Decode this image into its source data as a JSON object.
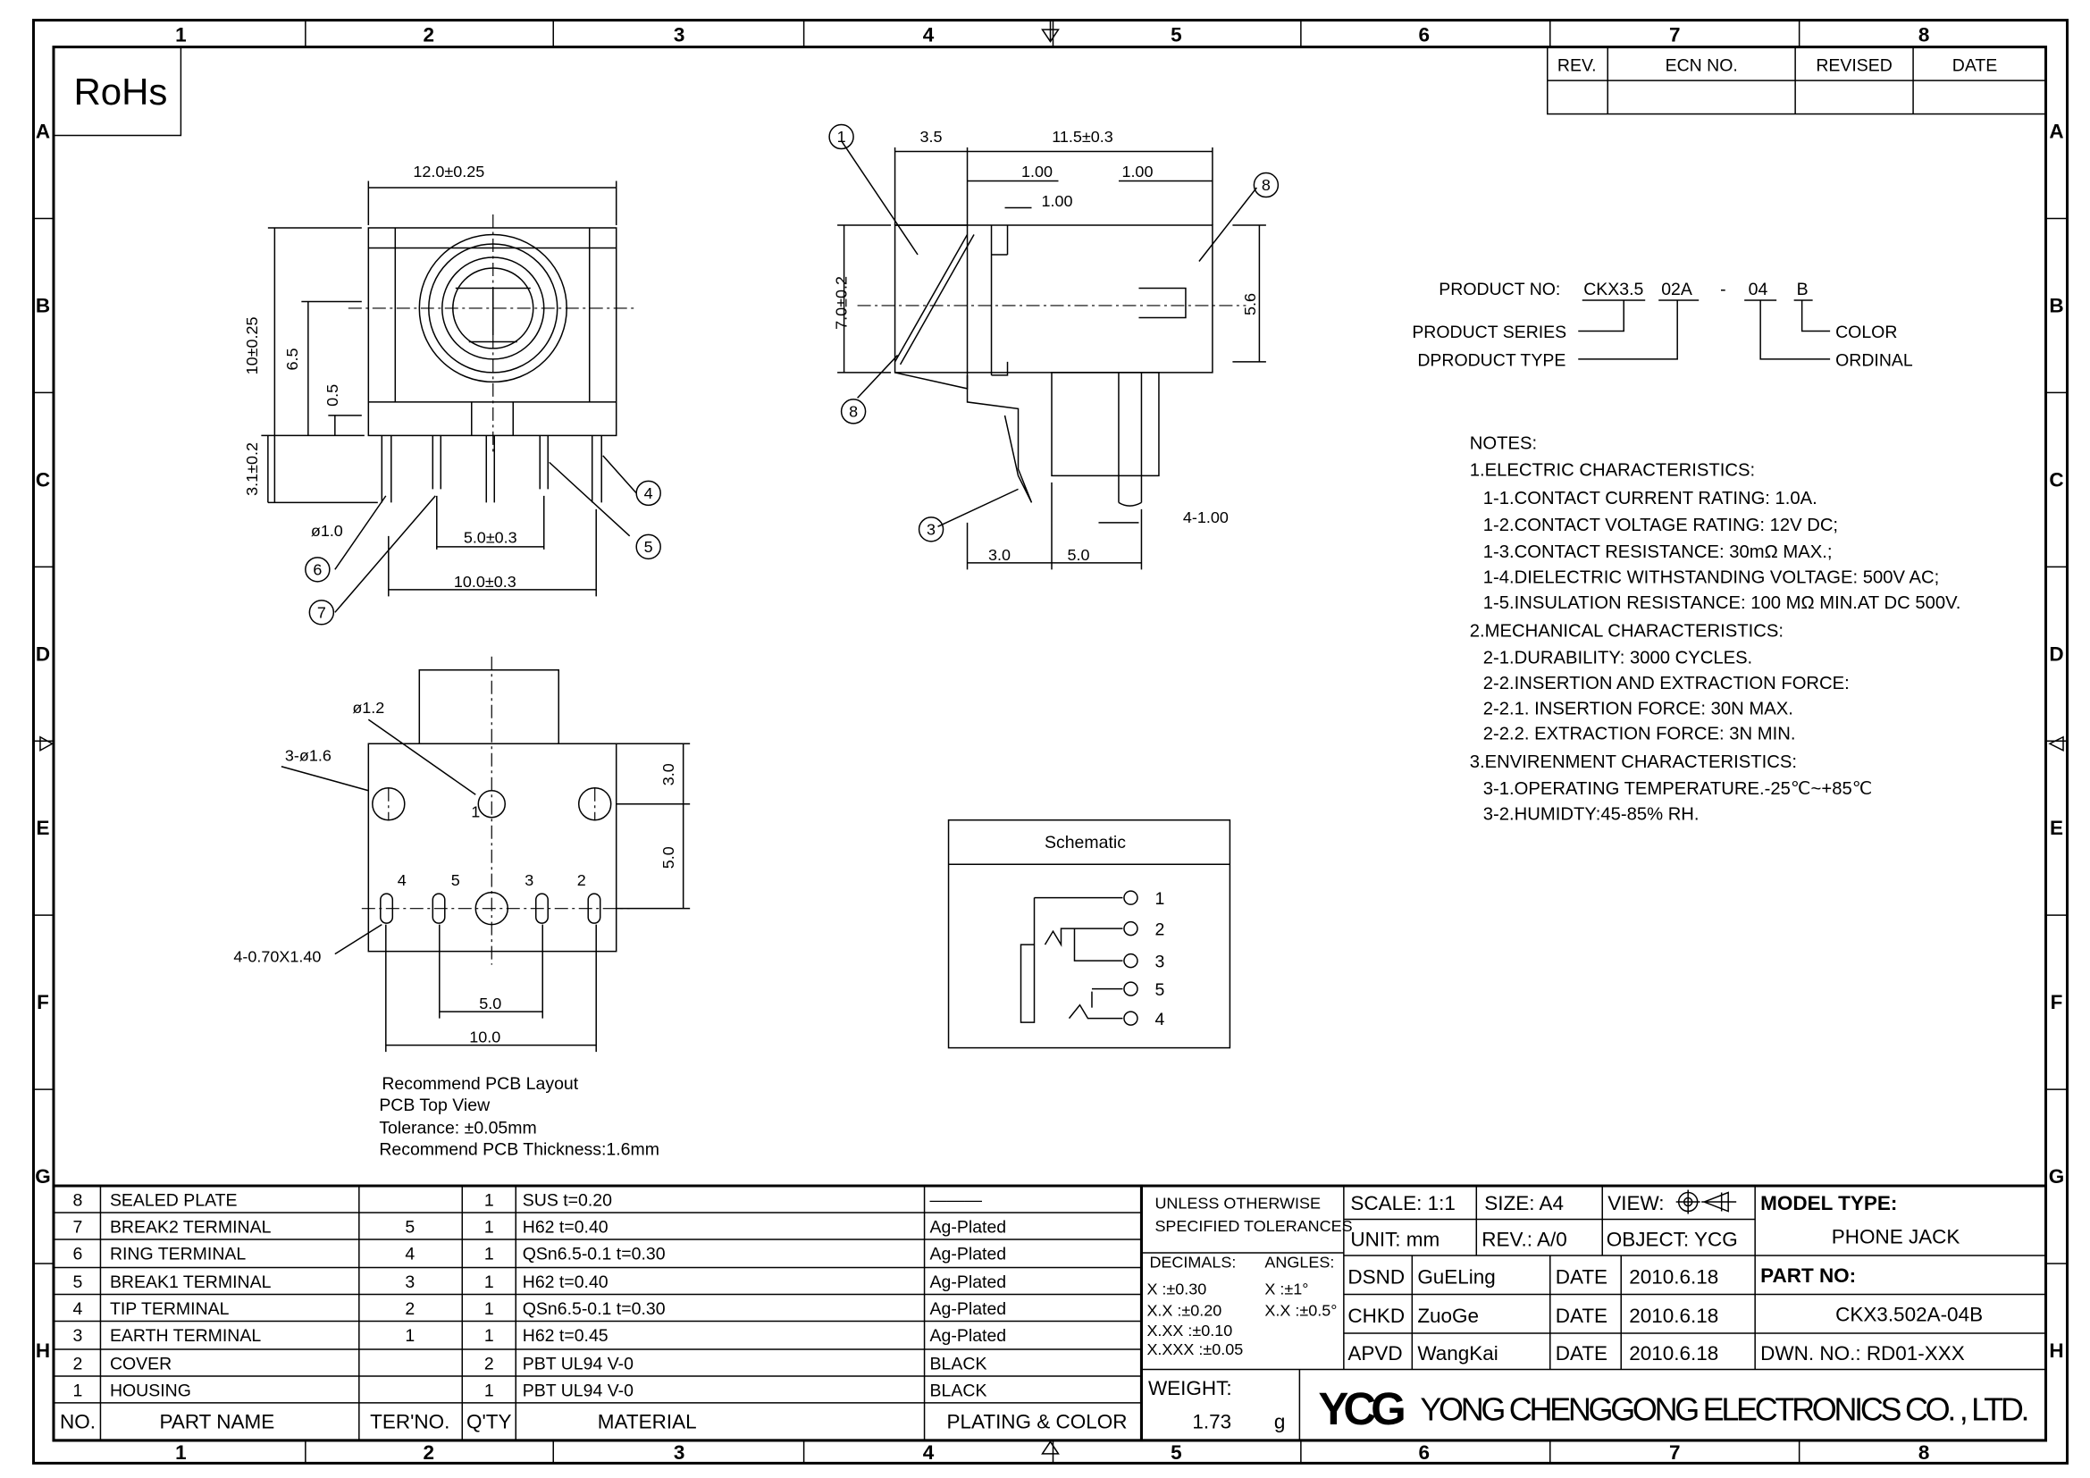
{
  "frame": {
    "columns": [
      "1",
      "2",
      "3",
      "4",
      "5",
      "6",
      "7",
      "8"
    ],
    "rows": [
      "A",
      "B",
      "C",
      "D",
      "E",
      "F",
      "G",
      "H"
    ]
  },
  "rohs": "RoHs",
  "revision_table": {
    "headers": [
      "REV.",
      "ECN NO.",
      "REVISED",
      "DATE"
    ]
  },
  "front_view": {
    "dims": [
      "12.0±0.25",
      "10±0.25",
      "6.5",
      "0.5",
      "3.1±0.2",
      "ø1.0",
      "5.0±0.3",
      "10.0±0.3"
    ],
    "callouts": [
      "4",
      "5",
      "6",
      "7"
    ]
  },
  "side_view": {
    "dims": [
      "3.5",
      "11.5±0.3",
      "1.00",
      "1.00",
      "1.00",
      "7.0±0.2",
      "5.6",
      "4-1.00",
      "3.0",
      "5.0"
    ],
    "callouts": [
      "1",
      "8",
      "8",
      "3"
    ]
  },
  "pcb_layout": {
    "dims": [
      "ø1.2",
      "3-ø1.6",
      "3.0",
      "5.0",
      "4-0.70X1.40",
      "5.0",
      "10.0"
    ],
    "pin_labels": [
      "1",
      "4",
      "5",
      "3",
      "2"
    ],
    "notes": [
      "Recommend PCB Layout",
      "PCB Top View",
      "Tolerance: ±0.05mm",
      "Recommend PCB Thickness:1.6mm"
    ]
  },
  "schematic": {
    "title": "Schematic",
    "pins": [
      "1",
      "2",
      "3",
      "5",
      "4"
    ]
  },
  "product_code": {
    "label": "PRODUCT NO:",
    "parts": [
      "CKX3.5",
      "02A",
      "-",
      "04",
      "B"
    ],
    "legend": [
      "PRODUCT SERIES",
      "DPRODUCT TYPE",
      "COLOR",
      "ORDINAL"
    ]
  },
  "notes": [
    "NOTES:",
    "1.ELECTRIC  CHARACTERISTICS:",
    "1-1.CONTACT  CURRENT  RATING:  1.0A.",
    "1-2.CONTACT  VOLTAGE  RATING:  12V  DC;",
    "1-3.CONTACT  RESISTANCE:  30mΩ  MAX.;",
    "1-4.DIELECTRIC  WITHSTANDING  VOLTAGE:  500V  AC;",
    "1-5.INSULATION  RESISTANCE:  100  MΩ  MIN.AT  DC  500V.",
    "2.MECHANICAL  CHARACTERISTICS:",
    "2-1.DURABILITY:  3000  CYCLES.",
    "2-2.INSERTION  AND  EXTRACTION  FORCE:",
    "2-2.1.  INSERTION  FORCE:     30N  MAX.",
    "2-2.2.  EXTRACTION  FORCE:  3N  MIN.",
    "3.ENVIRENMENT  CHARACTERISTICS:",
    "3-1.OPERATING  TEMPERATURE.-25℃~+85℃",
    "3-2.HUMIDTY:45-85%  RH."
  ],
  "bom": {
    "headers": [
      "NO.",
      "PART NAME",
      "TER'NO.",
      "Q'TY",
      "MATERIAL",
      "PLATING & COLOR"
    ],
    "rows": [
      [
        "8",
        "SEALED PLATE",
        "",
        "1",
        "SUS  t=0.20",
        "———"
      ],
      [
        "7",
        "BREAK2 TERMINAL",
        "5",
        "1",
        "H62  t=0.40",
        "Ag-Plated"
      ],
      [
        "6",
        "RING TERMINAL",
        "4",
        "1",
        "QSn6.5-0.1  t=0.30",
        "Ag-Plated"
      ],
      [
        "5",
        "BREAK1 TERMINAL",
        "3",
        "1",
        "H62  t=0.40",
        "Ag-Plated"
      ],
      [
        "4",
        "TIP TERMINAL",
        "2",
        "1",
        "QSn6.5-0.1  t=0.30",
        "Ag-Plated"
      ],
      [
        "3",
        "EARTH TERMINAL",
        "1",
        "1",
        "H62  t=0.45",
        "Ag-Plated"
      ],
      [
        "2",
        "COVER",
        "",
        "2",
        "PBT  UL94  V-0",
        "BLACK"
      ],
      [
        "1",
        "HOUSING",
        "",
        "1",
        "PBT  UL94  V-0",
        "BLACK"
      ]
    ]
  },
  "title_block": {
    "tolerance_title": [
      "UNLESS  OTHERWISE",
      "SPECIFIED  TOLERANCES"
    ],
    "decimals_label": "DECIMALS:",
    "angles_label": "ANGLES:",
    "decimals": [
      "X      :±0.30",
      "X.X    :±0.20",
      "X.XX  :±0.10",
      "X.XXX :±0.05"
    ],
    "angles": [
      "X   :±1°",
      "X.X :±0.5°"
    ],
    "scale": "SCALE:  1:1",
    "size": "SIZE:  A4",
    "view": "VIEW:",
    "unit": "UNIT:  mm",
    "rev": "REV.:  A/0",
    "object": "OBJECT:  YCG",
    "model_type_label": "MODEL  TYPE:",
    "model_type": "PHONE  JACK",
    "part_no_label": "PART  NO:",
    "part_no": "CKX3.502A-04B",
    "dwn_no": "DWN.  NO.:  RD01-XXX",
    "signoffs": [
      {
        "role": "DSND",
        "name": "GuELing",
        "date_label": "DATE",
        "date": "2010.6.18"
      },
      {
        "role": "CHKD",
        "name": "ZuoGe",
        "date_label": "DATE",
        "date": "2010.6.18"
      },
      {
        "role": "APVD",
        "name": "WangKai",
        "date_label": "DATE",
        "date": "2010.6.18"
      }
    ],
    "weight_label": "WEIGHT:",
    "weight_value": "1.73",
    "weight_unit": "g",
    "logo": "YCG",
    "company": "YONG  CHENGGONG  ELECTRONICS  CO. , LTD."
  }
}
